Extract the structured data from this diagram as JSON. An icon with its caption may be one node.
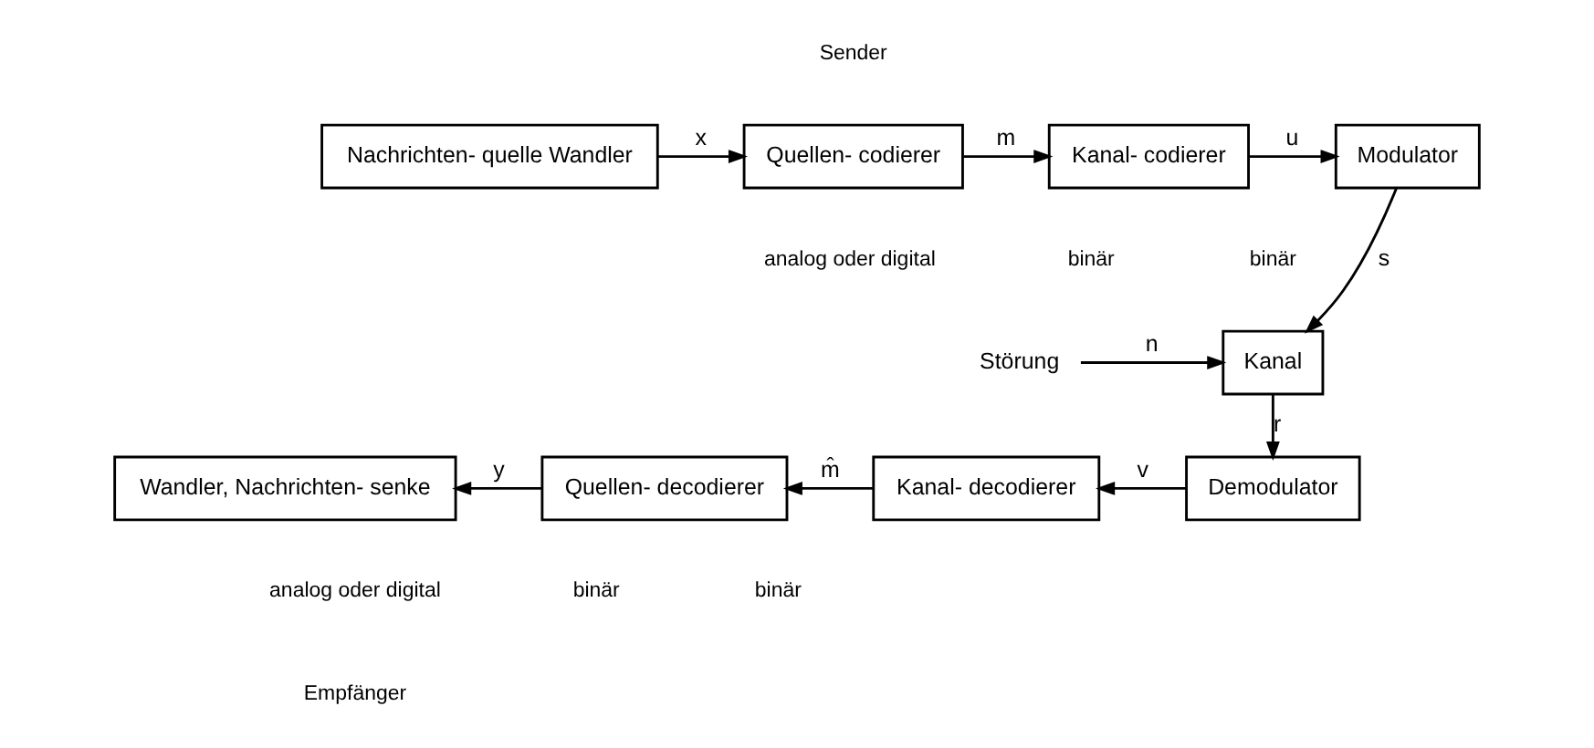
{
  "diagram": {
    "nodes": [
      {
        "text": [
          "Nachrichten- quelle Wandler"
        ]
      },
      {
        "text": [
          "Quellen- codierer"
        ]
      },
      {
        "text": [
          "Kanal- codierer"
        ]
      },
      {
        "text": [
          "Modulator"
        ]
      },
      {
        "text": [
          "Störung"
        ]
      },
      {
        "text": [
          "Kanal"
        ]
      },
      {
        "text": [
          "Wandler, Nachrichten- senke"
        ]
      },
      {
        "text": [
          "Quellen- decodierer"
        ]
      },
      {
        "text": [
          "Kanal- decodierer"
        ]
      },
      {
        "text": [
          "Demodulator"
        ]
      }
    ],
    "edges": [
      {
        "from": 0,
        "to": 1,
        "arrow": "to",
        "label": "x"
      },
      {
        "from": 1,
        "to": 2,
        "arrow": "to",
        "label": "m"
      },
      {
        "from": 2,
        "to": 3,
        "arrow": "to",
        "label": "u"
      },
      {
        "from": 3,
        "to": 5,
        "arrow": "to",
        "label": "s"
      },
      {
        "from": 4,
        "to": 5,
        "arrow": "to",
        "label": "n"
      },
      {
        "from": 5,
        "to": 9,
        "arrow": "to",
        "label": "r"
      },
      {
        "from": 9,
        "to": 8,
        "arrow": "to",
        "label": "v"
      },
      {
        "from": 8,
        "to": 7,
        "arrow": "to",
        "label": "m̂"
      },
      {
        "from": 7,
        "to": 6,
        "arrow": "to",
        "label": "y"
      }
    ],
    "labels": [
      "Sender",
      "analog oder digital",
      "binär",
      "binär",
      "analog oder digital",
      "binär",
      "binär",
      "Empfänger"
    ]
  }
}
